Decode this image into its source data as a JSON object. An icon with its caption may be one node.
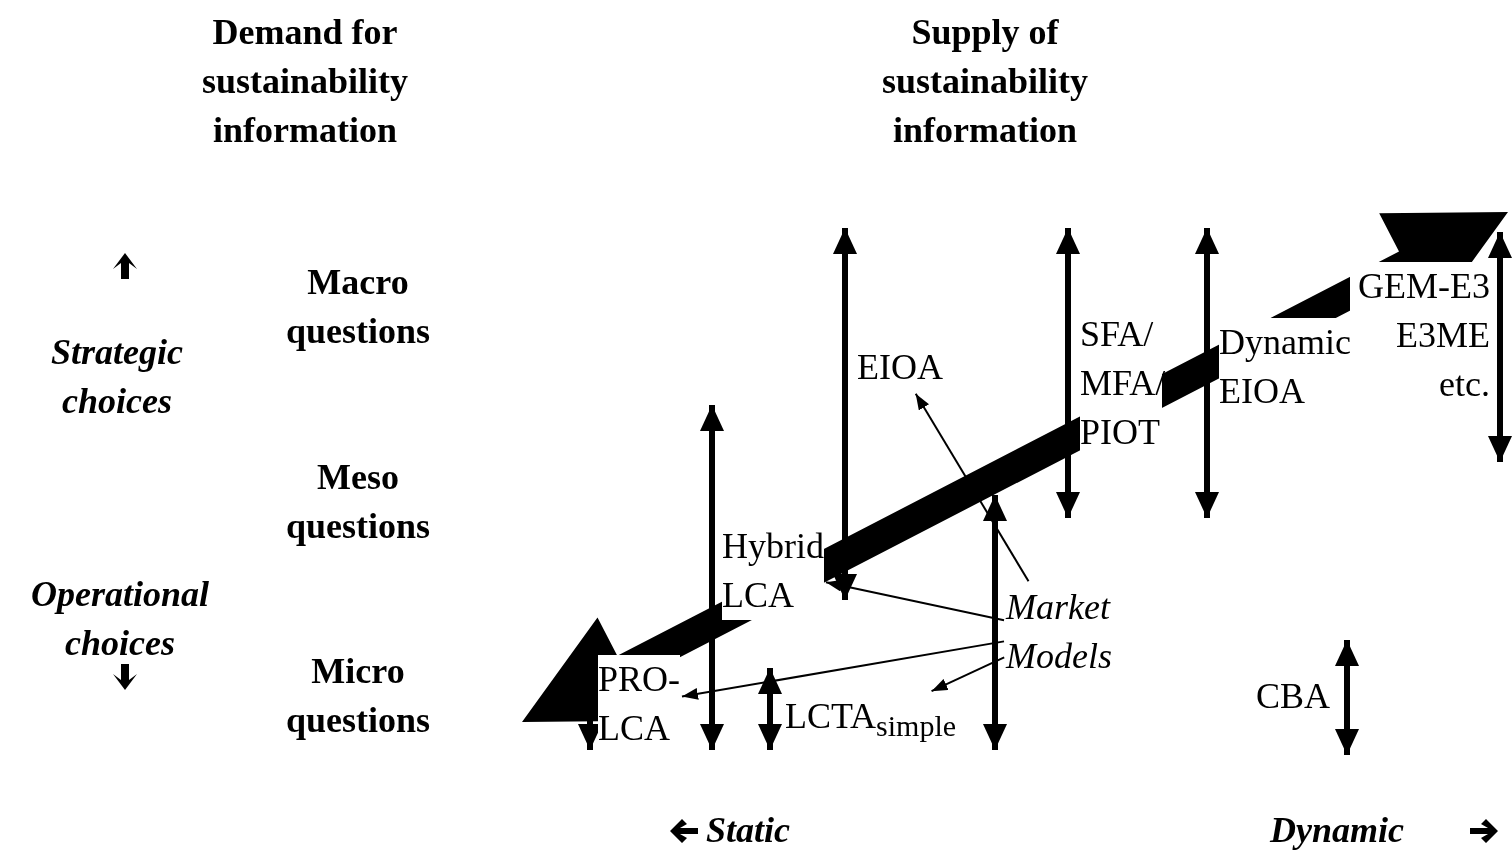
{
  "diagram": {
    "nodes": [
      {
        "text": [
          "EIOA"
        ]
      },
      {
        "text": [
          "SFA/ MFA/ PIOT"
        ]
      },
      {
        "text": [
          "Dynamic EIOA"
        ]
      },
      {
        "text": [
          "GEM-E3 E3ME etc."
        ]
      },
      {
        "text": [
          "Hybrid LCA"
        ]
      },
      {
        "text": [
          "Market Models"
        ]
      },
      {
        "text": [
          "PRO-LCA"
        ]
      },
      {
        "text": [
          "LCTA$_{simple}$"
        ]
      },
      {
        "text": [
          "CBA"
        ]
      }
    ],
    "edges": [
      {
        "from": 5,
        "to": 0,
        "arrow": "to"
      },
      {
        "from": 5,
        "to": 4,
        "arrow": "to"
      },
      {
        "from": 5,
        "to": 6,
        "arrow": "to"
      },
      {
        "from": 5,
        "to": 7,
        "arrow": "to"
      }
    ],
    "labels": [
      "Demand for sustainability information",
      "Supply of sustainability information",
      "Macro questions",
      "Strategic choices",
      "Meso questions",
      "Operational choices",
      "Micro questions",
      "Static",
      "Dynamic"
    ]
  }
}
